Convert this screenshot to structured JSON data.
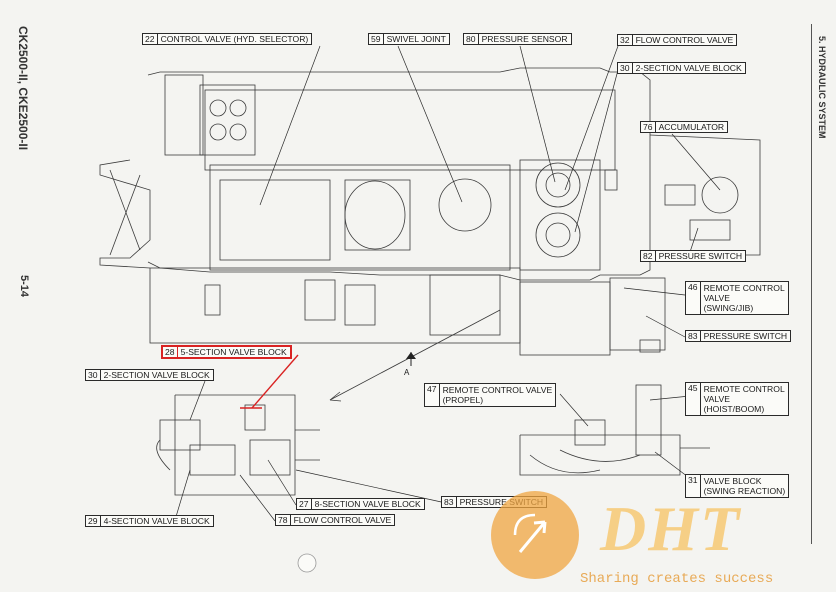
{
  "page": {
    "model": "CK2500-II, CKE2500-II",
    "page_number": "5-14",
    "section": "5. HYDRAULIC SYSTEM",
    "view_letter": "A"
  },
  "callouts": {
    "c22": {
      "num": "22",
      "text": "CONTROL VALVE (HYD. SELECTOR)"
    },
    "c59": {
      "num": "59",
      "text": "SWIVEL JOINT"
    },
    "c80": {
      "num": "80",
      "text": "PRESSURE SENSOR"
    },
    "c32": {
      "num": "32",
      "text": "FLOW CONTROL VALVE"
    },
    "c30a": {
      "num": "30",
      "text": "2-SECTION VALVE BLOCK"
    },
    "c76": {
      "num": "76",
      "text": "ACCUMULATOR"
    },
    "c82": {
      "num": "82",
      "text": "PRESSURE SWITCH"
    },
    "c46": {
      "num": "46",
      "text": "REMOTE CONTROL\nVALVE\n(SWING/JIB)"
    },
    "c83a": {
      "num": "83",
      "text": "PRESSURE SWITCH"
    },
    "c28": {
      "num": "28",
      "text": "5-SECTION VALVE BLOCK"
    },
    "c30b": {
      "num": "30",
      "text": "2-SECTION VALVE BLOCK"
    },
    "c47": {
      "num": "47",
      "text": "REMOTE CONTROL VALVE\n(PROPEL)"
    },
    "c45": {
      "num": "45",
      "text": "REMOTE CONTROL\nVALVE\n(HOIST/BOOM)"
    },
    "c31": {
      "num": "31",
      "text": "VALVE BLOCK\n(SWING REACTION)"
    },
    "c27": {
      "num": "27",
      "text": "8-SECTION VALVE BLOCK"
    },
    "c83b": {
      "num": "83",
      "text": "PRESSURE SWITCH"
    },
    "c29": {
      "num": "29",
      "text": "4-SECTION VALVE BLOCK"
    },
    "c78": {
      "num": "78",
      "text": "FLOW CONTROL VALVE"
    }
  },
  "watermark": {
    "logo_text": "DHT",
    "tagline": "Sharing creates success"
  },
  "colors": {
    "line": "#3a3a3a",
    "highlight": "#d92323",
    "logo_orange": "#f0a640",
    "logo_text": "#f6cf86"
  }
}
